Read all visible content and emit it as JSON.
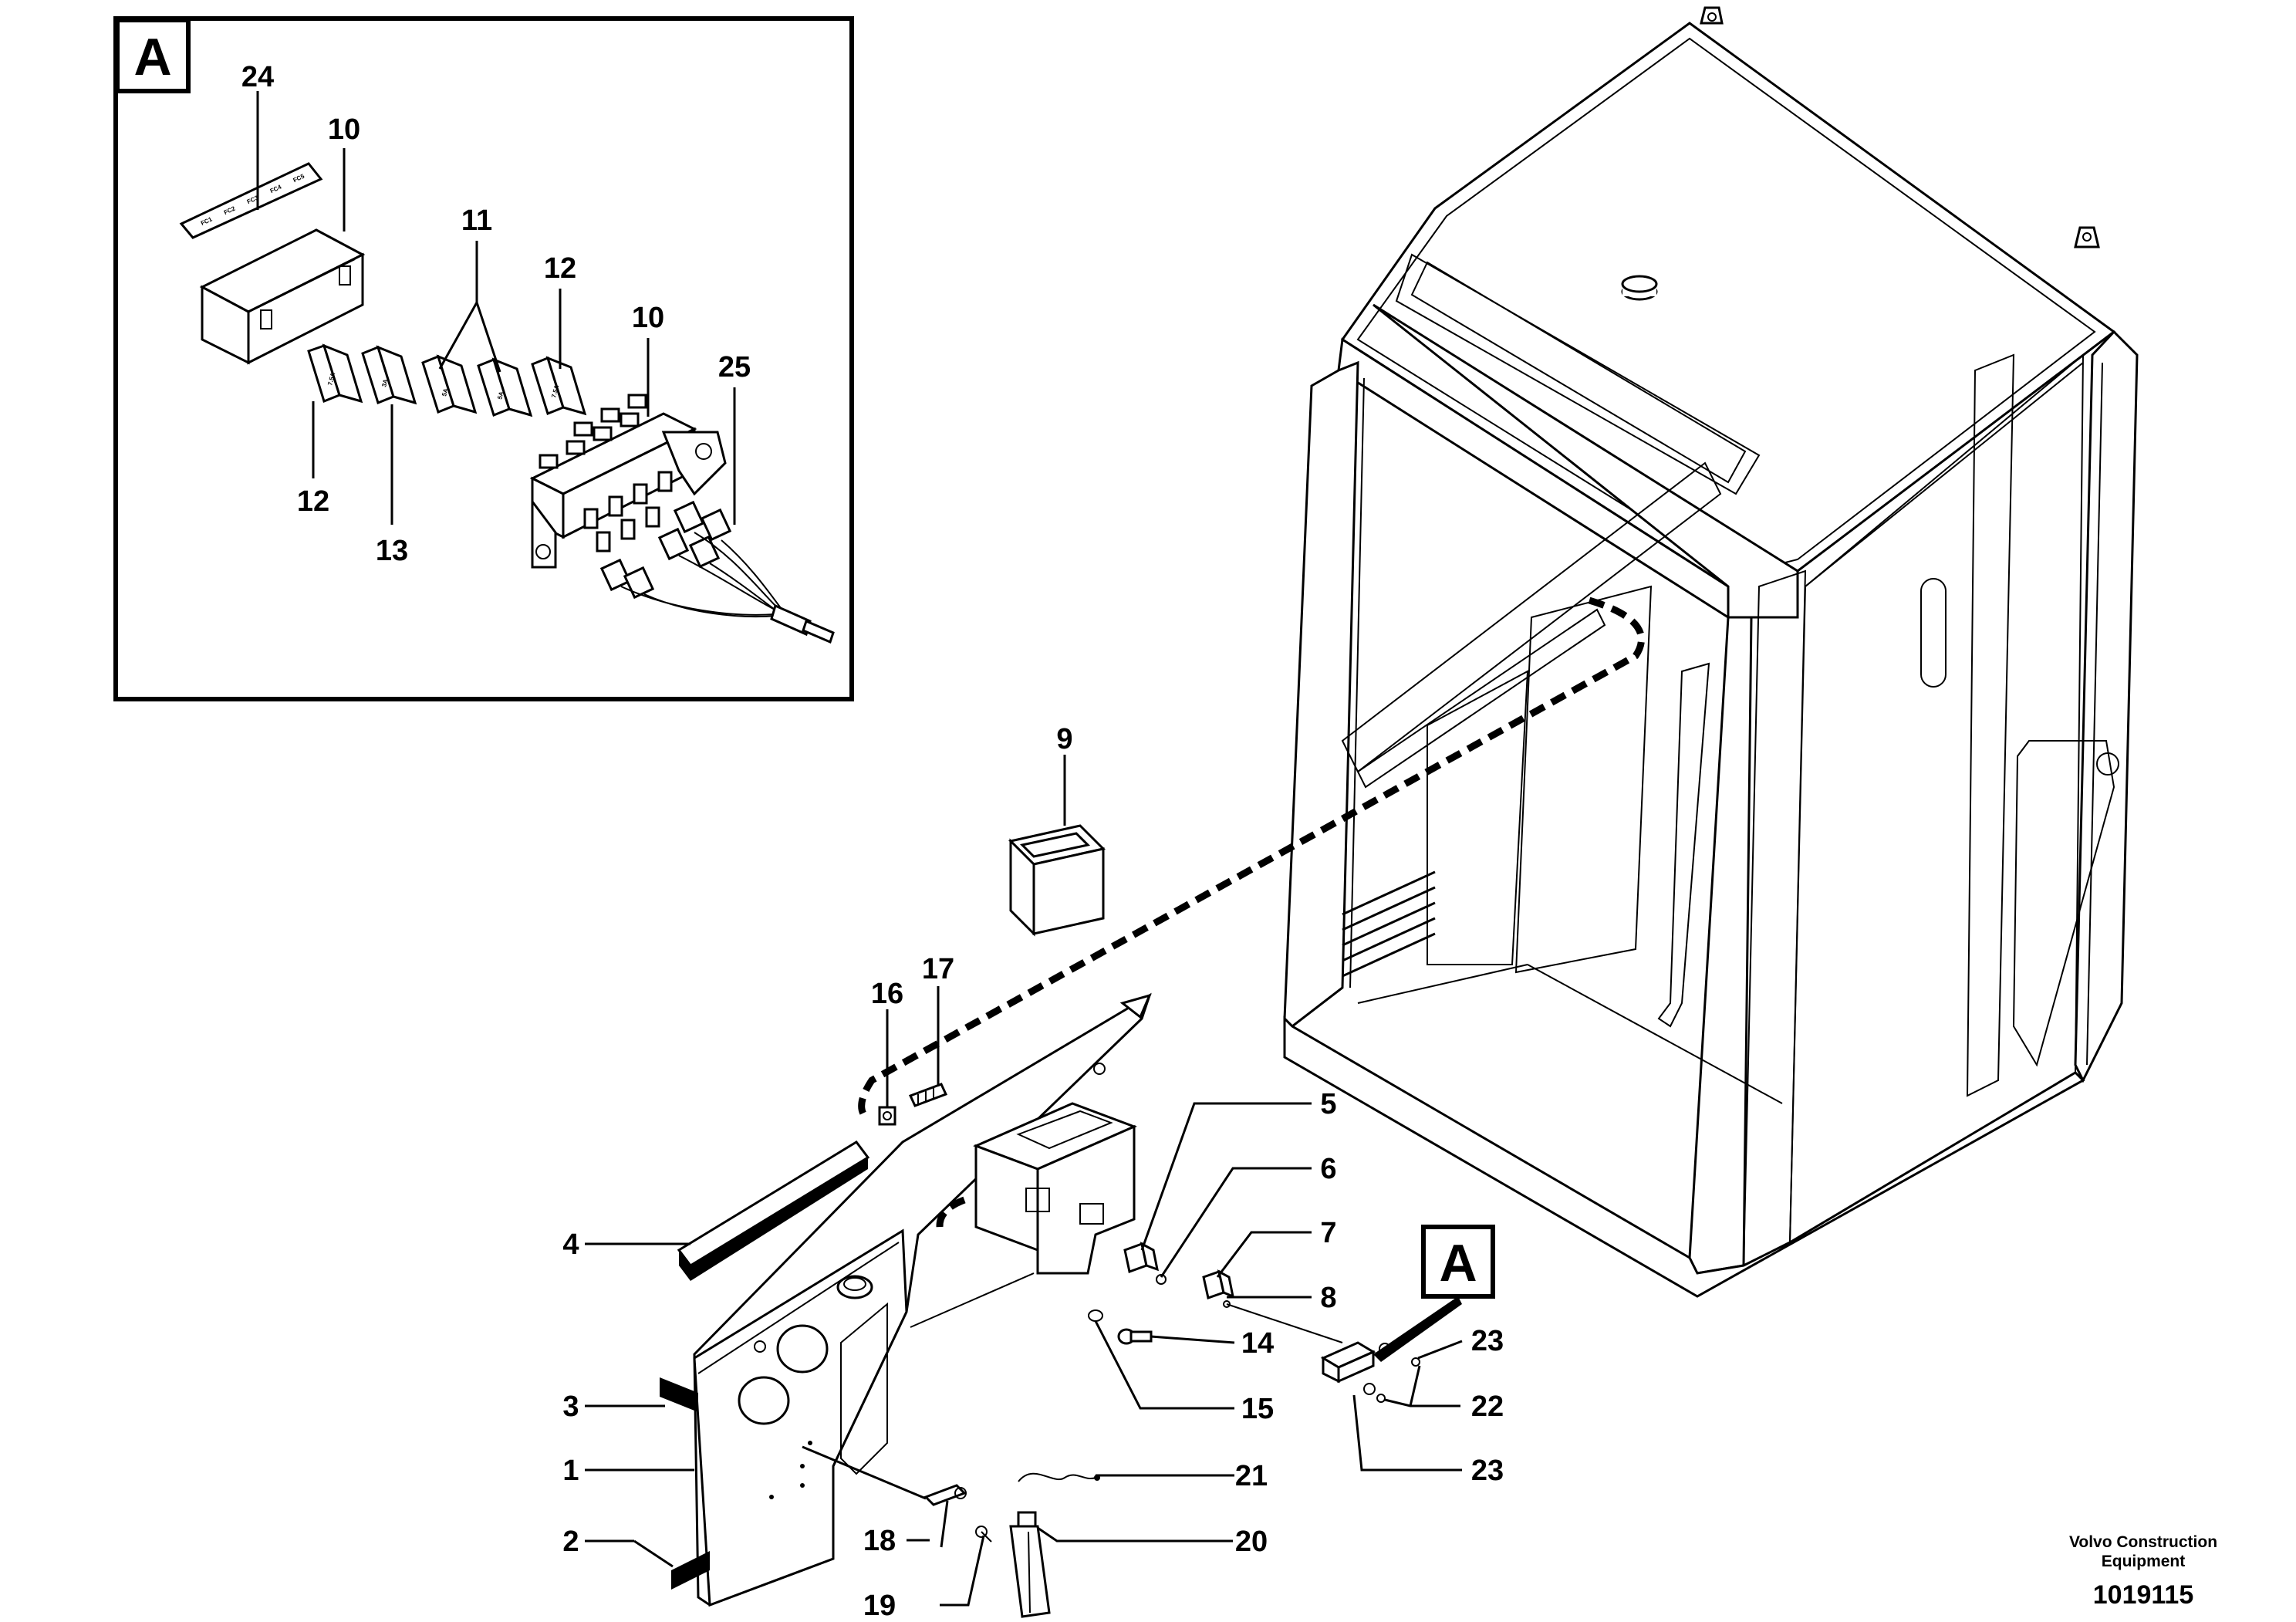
{
  "detail_view": {
    "letter": "A",
    "callouts": {
      "c24": "24",
      "c10a": "10",
      "c11": "11",
      "c12a": "12",
      "c10b": "10",
      "c25": "25",
      "c12b": "12",
      "c13": "13"
    },
    "label_strip": [
      "FC1",
      "FC2",
      "FC3",
      "FC4",
      "FC5"
    ],
    "fuse_ratings": [
      "7.5A",
      "3A",
      "5A",
      "5A",
      "7.5A"
    ]
  },
  "main_view": {
    "reference_letter": "A",
    "callouts": {
      "c1": "1",
      "c2": "2",
      "c3": "3",
      "c4": "4",
      "c5": "5",
      "c6": "6",
      "c7": "7",
      "c8": "8",
      "c9": "9",
      "c14": "14",
      "c15": "15",
      "c16": "16",
      "c17": "17",
      "c18": "18",
      "c19": "19",
      "c20": "20",
      "c21": "21",
      "c22": "22",
      "c23a": "23",
      "c23b": "23"
    }
  },
  "footer": {
    "company_line1": "Volvo Construction",
    "company_line2": "Equipment",
    "drawing_number": "1019115"
  }
}
